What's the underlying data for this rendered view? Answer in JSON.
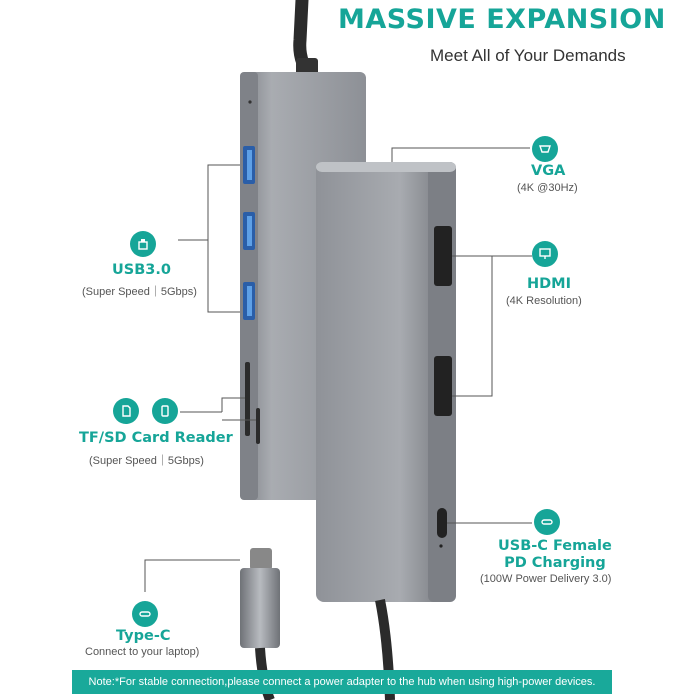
{
  "header": {
    "title": "MASSIVE EXPANSION",
    "subtitle": "Meet All of Your Demands"
  },
  "ports": {
    "usb3": {
      "label": "USB3.0",
      "sub": "(Super Speed｜5Gbps)",
      "icon": "usb-icon"
    },
    "card": {
      "label": "TF/SD Card Reader",
      "sub": "(Super Speed｜5Gbps)",
      "icons": [
        "sd-card-icon",
        "tf-card-icon"
      ]
    },
    "typec": {
      "label": "Type-C",
      "sub": "Connect to your laptop)",
      "icon": "usb-c-icon"
    },
    "vga": {
      "label": "VGA",
      "sub": "(4K @30Hz)",
      "icon": "vga-icon"
    },
    "hdmi": {
      "label": "HDMI",
      "sub": "(4K Resolution)",
      "icon": "monitor-icon"
    },
    "pd": {
      "label": "USB-C Female\nPD Charging",
      "sub": "(100W Power Delivery 3.0)",
      "icon": "usb-c-icon"
    }
  },
  "usb_port_text": "USB 3.0",
  "note": "Note:*For stable connection,please connect a power adapter to the hub when using high-power devices.",
  "colors": {
    "accent": "#16a598",
    "hub_body": "#9a9da3"
  }
}
